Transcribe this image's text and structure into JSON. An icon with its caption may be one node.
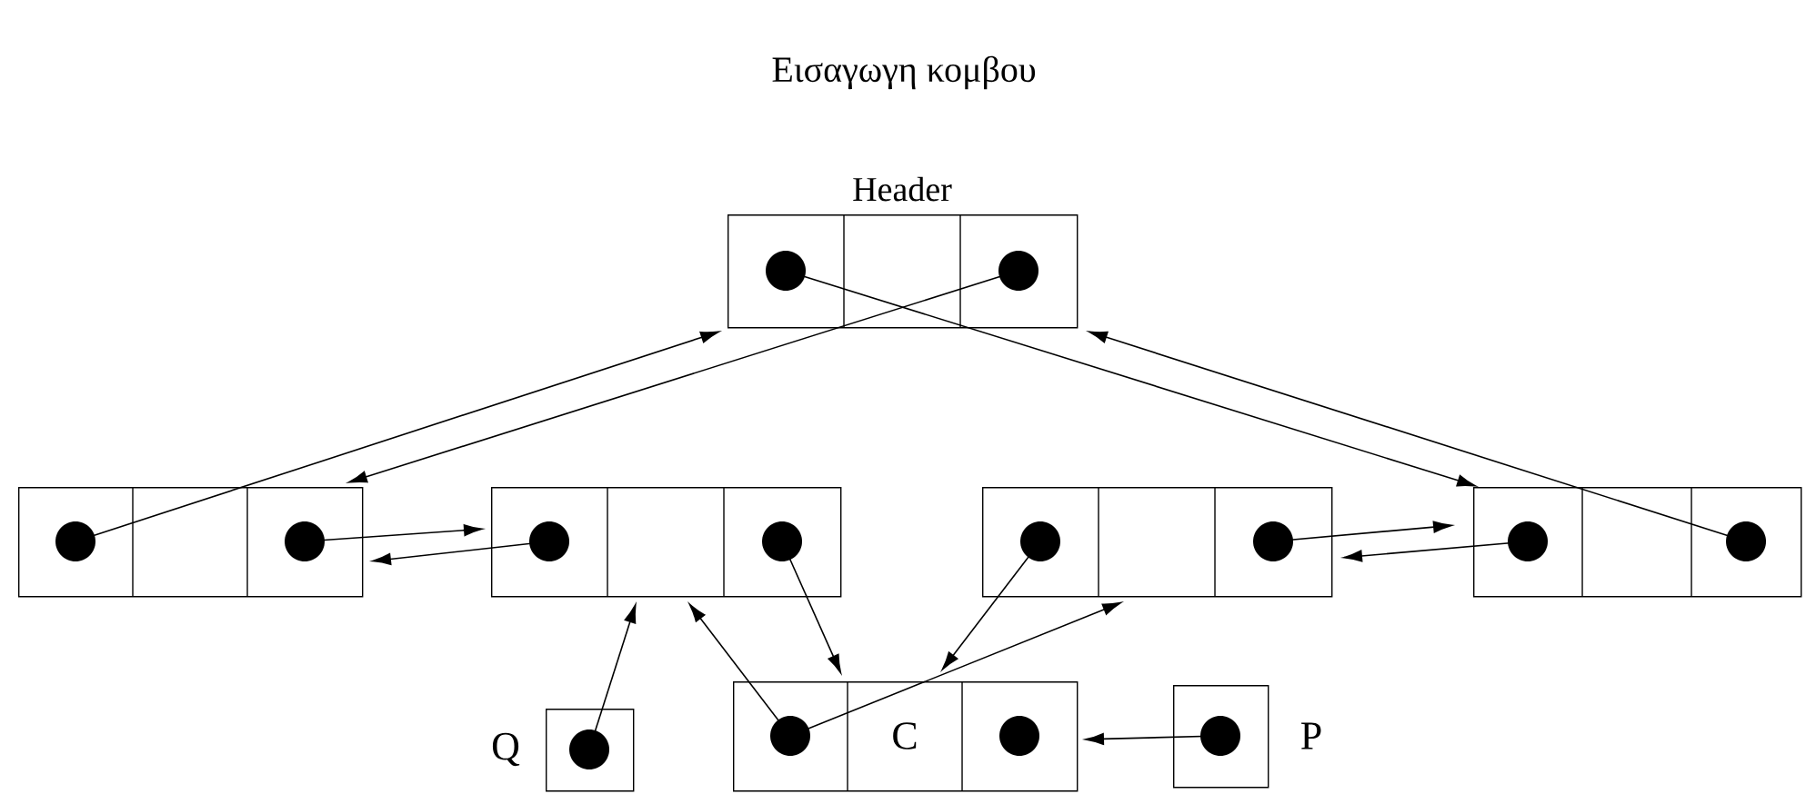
{
  "diagram": {
    "title": "Εισαγωγη κομβου",
    "nodes": [
      {
        "text": [
          "Header"
        ]
      },
      {
        "text": [],
        "shape": "box"
      },
      {
        "text": [],
        "shape": "box"
      },
      {
        "text": [],
        "shape": "box"
      },
      {
        "text": [],
        "shape": "box"
      },
      {
        "text": [
          "C"
        ]
      },
      {
        "text": [
          "Q"
        ]
      },
      {
        "text": [
          "P"
        ]
      }
    ],
    "edges": [
      {
        "from": 0,
        "to": 4,
        "arrow": "to"
      },
      {
        "from": 0,
        "to": 1,
        "arrow": "to"
      },
      {
        "from": 1,
        "to": 0,
        "arrow": "to"
      },
      {
        "from": 4,
        "to": 0,
        "arrow": "to"
      },
      {
        "from": 1,
        "to": 2,
        "arrow": "to"
      },
      {
        "from": 2,
        "to": 1,
        "arrow": "to"
      },
      {
        "from": 3,
        "to": 4,
        "arrow": "to"
      },
      {
        "from": 4,
        "to": 3,
        "arrow": "to"
      },
      {
        "from": 2,
        "to": 5,
        "arrow": "to"
      },
      {
        "from": 3,
        "to": 5,
        "arrow": "to"
      },
      {
        "from": 5,
        "to": 2,
        "arrow": "to"
      },
      {
        "from": 5,
        "to": 3,
        "arrow": "to"
      },
      {
        "from": 6,
        "to": 2,
        "arrow": "to"
      },
      {
        "from": 7,
        "to": 5,
        "arrow": "to"
      }
    ]
  }
}
